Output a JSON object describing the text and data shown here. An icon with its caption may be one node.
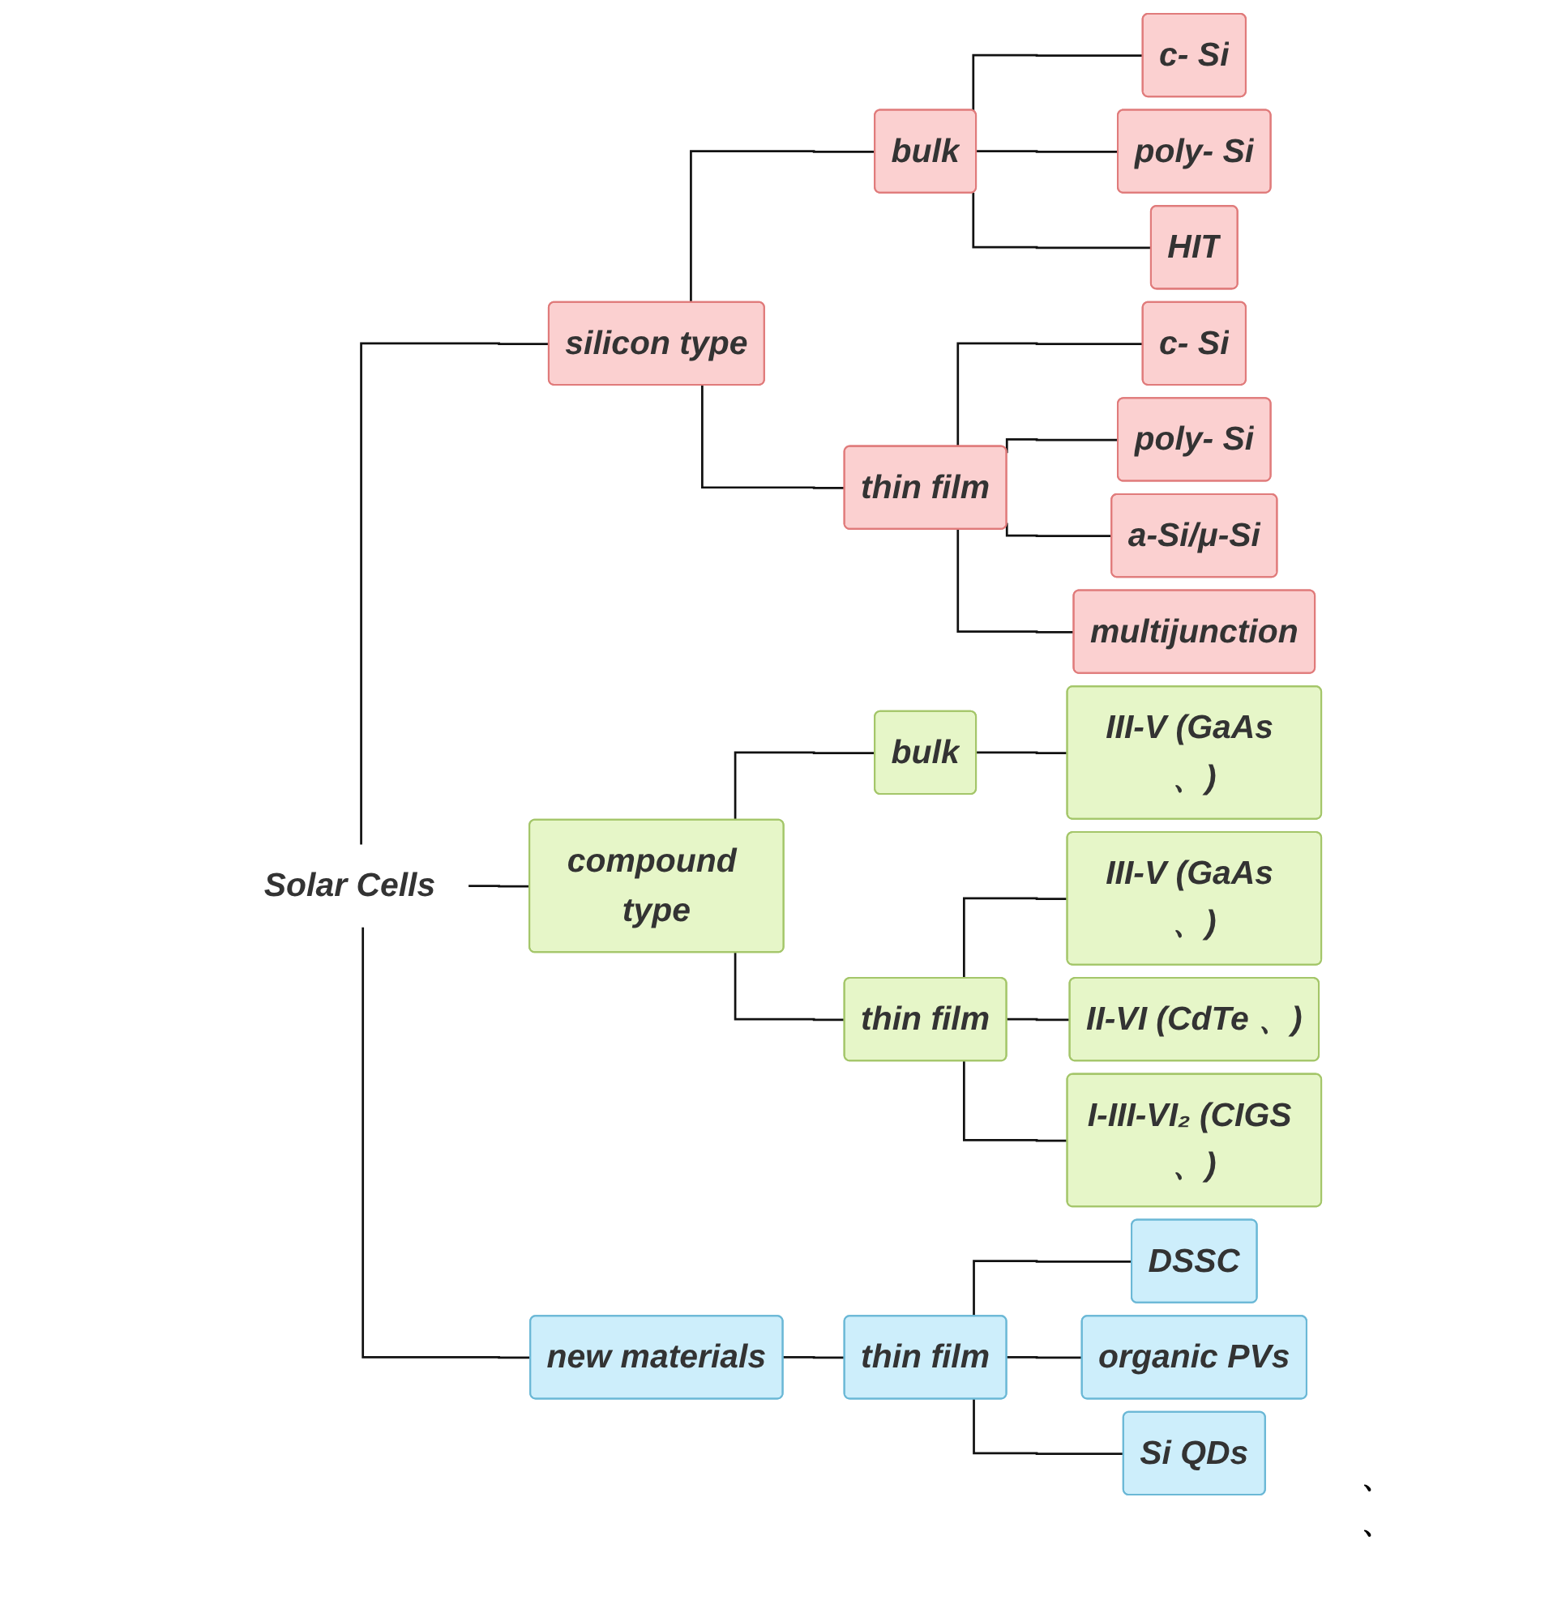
{
  "diagram": {
    "nodes": [
      {
        "text": [
          "Solar Cells"
        ]
      },
      {
        "text": [
          "silicon type"
        ]
      },
      {
        "text": [
          "bulk"
        ]
      },
      {
        "text": [
          "c- Si"
        ]
      },
      {
        "text": [
          "poly- Si"
        ]
      },
      {
        "text": [
          "HIT"
        ]
      },
      {
        "text": [
          "thin film"
        ]
      },
      {
        "text": [
          "c- Si"
        ]
      },
      {
        "text": [
          "poly- Si"
        ]
      },
      {
        "text": [
          "a-Si/μ-Si"
        ]
      },
      {
        "text": [
          "multijunction"
        ]
      },
      {
        "text": [
          "compound type"
        ]
      },
      {
        "text": [
          "bulk"
        ]
      },
      {
        "text": [
          "III-V (GaAs 、)"
        ]
      },
      {
        "text": [
          "thin film"
        ]
      },
      {
        "text": [
          "III-V (GaAs 、)"
        ]
      },
      {
        "text": [
          "II-VI (CdTe 、)"
        ]
      },
      {
        "text": [
          "I-III-VI₂ (CIGS 、)"
        ]
      },
      {
        "text": [
          "new materials"
        ]
      },
      {
        "text": [
          "thin film"
        ]
      },
      {
        "text": [
          "DSSC"
        ]
      },
      {
        "text": [
          "organic PVs"
        ]
      },
      {
        "text": [
          "Si QDs"
        ]
      }
    ],
    "edges": [
      {
        "from": 0,
        "to": 1,
        "arrow": "none"
      },
      {
        "from": 0,
        "to": 11,
        "arrow": "none"
      },
      {
        "from": 0,
        "to": 18,
        "arrow": "none"
      },
      {
        "from": 1,
        "to": 2,
        "arrow": "none"
      },
      {
        "from": 1,
        "to": 6,
        "arrow": "none"
      },
      {
        "from": 2,
        "to": 3,
        "arrow": "none"
      },
      {
        "from": 2,
        "to": 4,
        "arrow": "none"
      },
      {
        "from": 2,
        "to": 5,
        "arrow": "none"
      },
      {
        "from": 6,
        "to": 7,
        "arrow": "none"
      },
      {
        "from": 6,
        "to": 8,
        "arrow": "none"
      },
      {
        "from": 6,
        "to": 9,
        "arrow": "none"
      },
      {
        "from": 6,
        "to": 10,
        "arrow": "none"
      },
      {
        "from": 11,
        "to": 12,
        "arrow": "none"
      },
      {
        "from": 11,
        "to": 14,
        "arrow": "none"
      },
      {
        "from": 12,
        "to": 13,
        "arrow": "none"
      },
      {
        "from": 14,
        "to": 15,
        "arrow": "none"
      },
      {
        "from": 14,
        "to": 16,
        "arrow": "none"
      },
      {
        "from": 14,
        "to": 17,
        "arrow": "none"
      },
      {
        "from": 18,
        "to": 19,
        "arrow": "none"
      },
      {
        "from": 19,
        "to": 20,
        "arrow": "none"
      },
      {
        "from": 19,
        "to": 21,
        "arrow": "none"
      },
      {
        "from": 19,
        "to": 22,
        "arrow": "none"
      }
    ],
    "labels": [
      "、",
      "、"
    ]
  }
}
